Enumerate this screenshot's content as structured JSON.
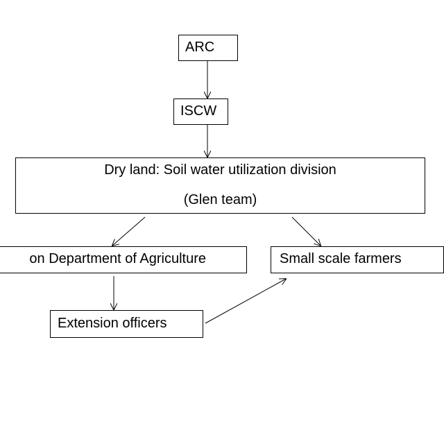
{
  "diagram": {
    "nodes": {
      "arc": {
        "label": "ARC"
      },
      "iscw": {
        "label": "ISCW"
      },
      "dryland": {
        "line1": "Dry land: Soil water utilization division",
        "line2": "(Glen team)"
      },
      "dept": {
        "label": "on Department of Agriculture"
      },
      "farmers": {
        "label": "Small scale farmers"
      },
      "extension": {
        "label": "Extension officers"
      }
    },
    "edges": [
      {
        "from": "arc",
        "to": "iscw"
      },
      {
        "from": "iscw",
        "to": "dryland"
      },
      {
        "from": "dryland",
        "to": "dept"
      },
      {
        "from": "dryland",
        "to": "farmers"
      },
      {
        "from": "dept",
        "to": "extension"
      },
      {
        "from": "extension",
        "to": "farmers"
      }
    ],
    "colors": {
      "line": "#000000",
      "background": "#ffffff"
    }
  }
}
